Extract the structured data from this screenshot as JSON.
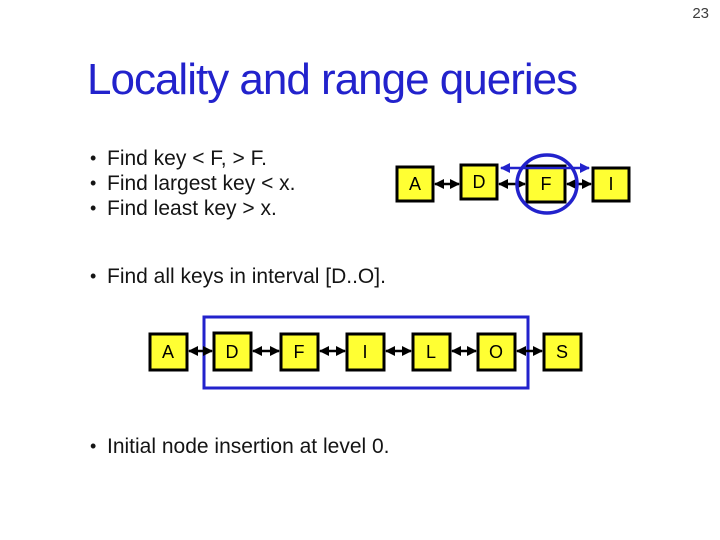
{
  "page_number": "23",
  "title": "Locality and range queries",
  "bullets": {
    "group1": [
      "Find key < F, > F.",
      "Find largest key < x.",
      "Find least key > x."
    ],
    "interval": "Find all keys in interval [D..O].",
    "insertion": "Initial node insertion at level 0."
  },
  "colors": {
    "title_blue": "#2222cc",
    "highlight_blue": "#2222cc",
    "node_fill": "#ffff33",
    "node_border": "#000000",
    "body_text": "#141414"
  },
  "diagram_top": {
    "nodes": [
      "A",
      "D",
      "F",
      "I"
    ],
    "highlighted_node": "F",
    "skip_link": "D-I"
  },
  "diagram_bottom": {
    "nodes": [
      "A",
      "D",
      "F",
      "I",
      "L",
      "O",
      "S"
    ],
    "interval_start": "D",
    "interval_end": "O"
  }
}
